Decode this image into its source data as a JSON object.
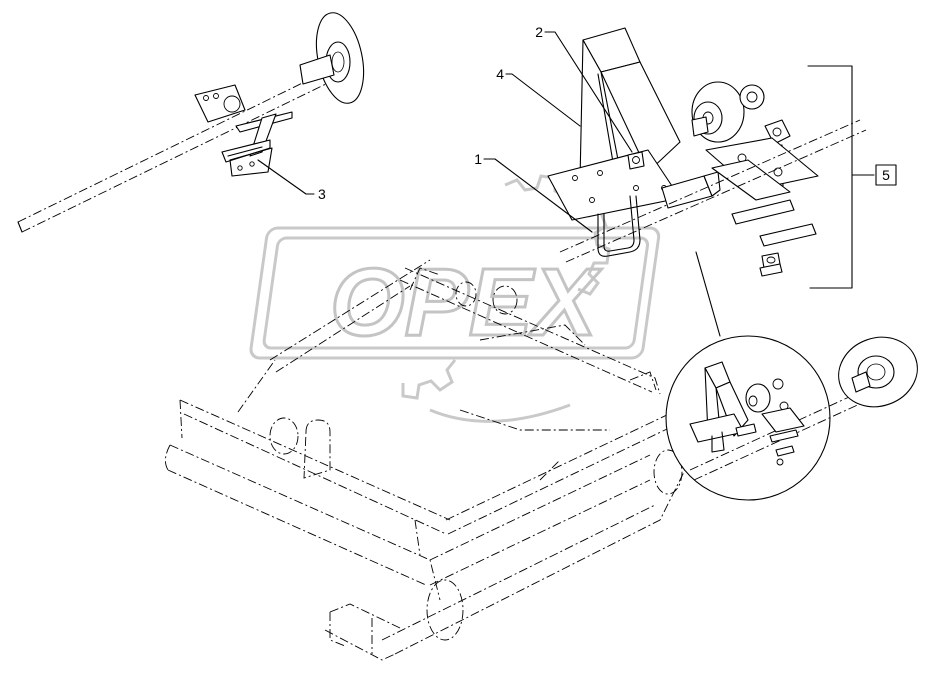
{
  "diagram": {
    "callouts": [
      {
        "id": "c1",
        "label": "1"
      },
      {
        "id": "c2",
        "label": "2"
      },
      {
        "id": "c3",
        "label": "3"
      },
      {
        "id": "c4",
        "label": "4"
      }
    ],
    "group_callout": {
      "label": "5",
      "boxed": true
    },
    "watermark": "OPEX"
  }
}
